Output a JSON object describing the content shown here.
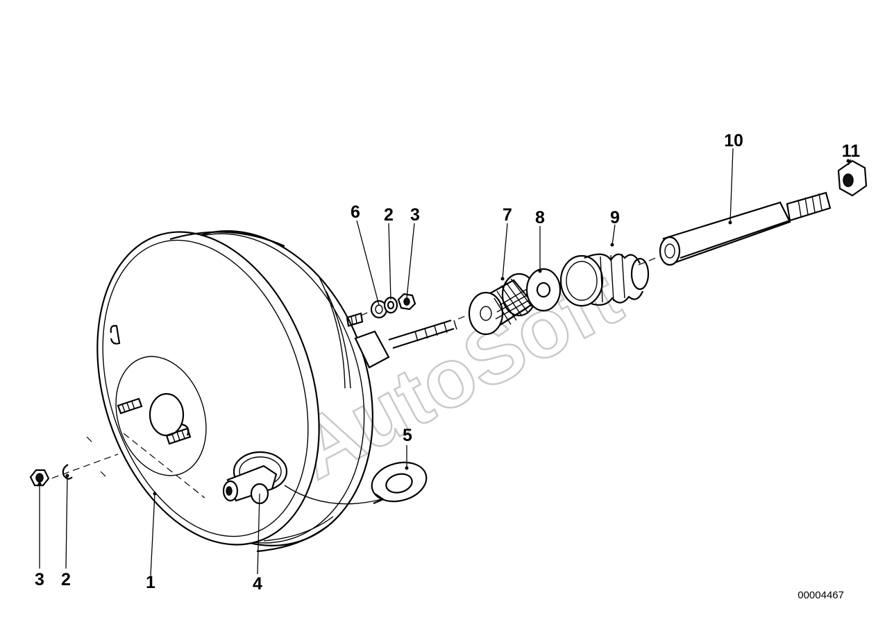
{
  "watermark": "AutoSoft",
  "document_id": "00004467",
  "callouts": {
    "c1": "1",
    "c2_left": "2",
    "c3_left": "3",
    "c4": "4",
    "c5": "5",
    "c6": "6",
    "c2_top": "2",
    "c3_top": "3",
    "c7": "7",
    "c8": "8",
    "c9": "9",
    "c10": "10",
    "c11": "11"
  }
}
